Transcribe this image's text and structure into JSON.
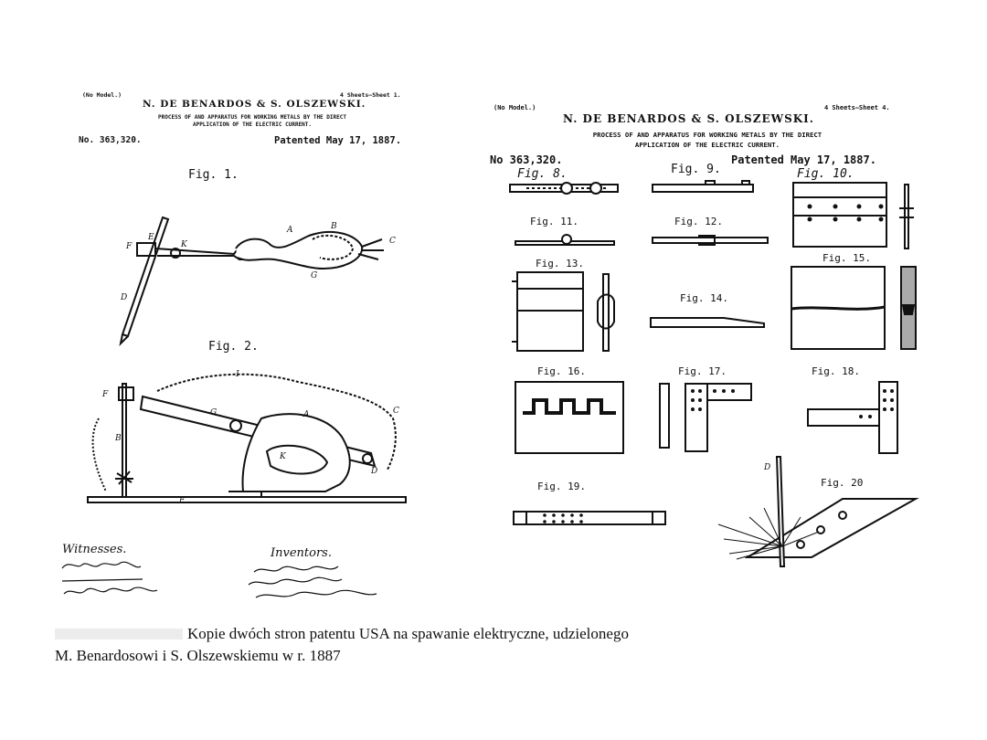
{
  "left_sheet": {
    "no_model": "(No Model.)",
    "sheets": "4 Sheets—Sheet 1.",
    "title": "N. DE BENARDOS & S. OLSZEWSKI.",
    "subtitle_1": "PROCESS OF AND APPARATUS FOR WORKING METALS BY THE DIRECT",
    "subtitle_2": "APPLICATION OF THE ELECTRIC CURRENT.",
    "number": "No. 363,320.",
    "patented": "Patented May 17, 1887.",
    "fig_labels": [
      "Fig. 1.",
      "Fig. 2."
    ],
    "witnesses_label": "Witnesses.",
    "inventors_label": "Inventors."
  },
  "right_sheet": {
    "no_model": "(No Model.)",
    "sheets": "4 Sheets—Sheet 4.",
    "title": "N. DE BENARDOS & S. OLSZEWSKI.",
    "subtitle_1": "PROCESS OF AND APPARATUS FOR WORKING METALS BY THE DIRECT",
    "subtitle_2": "APPLICATION OF THE ELECTRIC CURRENT.",
    "number": "No 363,320.",
    "patented": "Patented May 17, 1887.",
    "fig_labels": [
      "Fig. 8.",
      "Fig. 9.",
      "Fig. 10.",
      "Fig. 11.",
      "Fig. 12.",
      "Fig. 13.",
      "Fig. 14.",
      "Fig. 15.",
      "Fig. 16.",
      "Fig. 17.",
      "Fig. 18.",
      "Fig. 19.",
      "Fig. 20"
    ]
  },
  "caption": {
    "line_1": "Kopie dwóch stron patentu USA na spawanie elektryczne, udzielonego",
    "line_2": "M. Benardosowi i S. Olszewskiemu w r. 1887"
  }
}
